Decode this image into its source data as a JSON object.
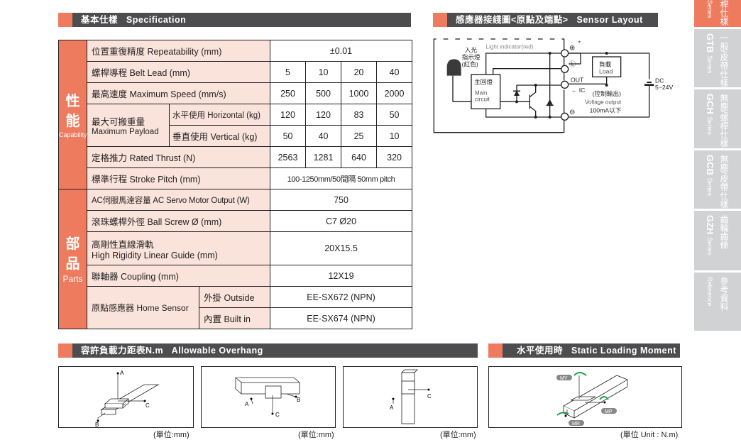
{
  "spec_header": "基本仕樣   Specification",
  "sensor_header": "感應器接綫圖<原點及端點>   Sensor Layout",
  "overhang_header": "容許負載力距表N.m   Allowable Overhang",
  "moment_header": "水平使用時   Static Loading Moment",
  "categories": {
    "capability_cn1": "性",
    "capability_cn2": "能",
    "capability_en": "Capability",
    "parts_cn1": "部",
    "parts_cn2": "品",
    "parts_en": "Parts"
  },
  "rows": {
    "repeatability": {
      "label": "位置重復精度  Repeatability (mm)",
      "value": "±0.01"
    },
    "lead": {
      "label": "螺桿導程  Belt Lead (mm)",
      "values": [
        "5",
        "10",
        "20",
        "40"
      ]
    },
    "speed": {
      "label": "最高速度  Maximum Speed (mm/s)",
      "values": [
        "250",
        "500",
        "1000",
        "2000"
      ]
    },
    "payload": {
      "label_cn": "最大可搬重量",
      "label_en": "Maximum Payload",
      "horizontal": {
        "label": "水平使用 Horizontal (kg)",
        "values": [
          "120",
          "120",
          "83",
          "50"
        ]
      },
      "vertical": {
        "label": "垂直使用 Vertical (kg)",
        "values": [
          "50",
          "40",
          "25",
          "10"
        ]
      }
    },
    "thrust": {
      "label": "定格推力 Rated Thrust (N)",
      "values": [
        "2563",
        "1281",
        "640",
        "320"
      ]
    },
    "stroke": {
      "label": "標準行程 Stroke Pitch (mm)",
      "value": "100-1250mm/50間隔  50mm pitch"
    },
    "motor": {
      "label": "AC伺服馬達容量 AC Servo Motor Output (W)",
      "value": "750"
    },
    "screw": {
      "label": "滾珠螺桿外徑 Ball Screw Ø (mm)",
      "value": "C7 Ø20"
    },
    "guide": {
      "label_cn": "高剛性直線滑軌",
      "label_en": "High Rigidity Linear Guide (mm)",
      "value": "20X15.5"
    },
    "coupling": {
      "label": "聯軸器  Coupling (mm)",
      "value": "12X19"
    },
    "home": {
      "label": "原點感應器 Home Sensor",
      "outside": {
        "label": "外掛 Outside",
        "value": "EE-SX672 (NPN)"
      },
      "builtin": {
        "label": "內置 Built in",
        "value": "EE-SX674 (NPN)"
      }
    }
  },
  "sensor": {
    "light_indicator": "Light indicator(red)",
    "led_cn1": "入光",
    "led_cn2": "指示燈",
    "led_cn3": "(紅色)",
    "main_cn": "主回燈",
    "main_en1": "Main",
    "main_en2": "circuit",
    "plus": "⊕",
    "star": "*",
    "l": "Ⓛ",
    "out": "OUT",
    "minus": "⊖",
    "ic": "← IC",
    "load_cn": "負載",
    "load_en": "Load",
    "ctrl": "(控制輸出)",
    "vout": "Voltage output",
    "ma": "100mA以下",
    "dc": "DC",
    "dcv": "5~24V"
  },
  "side_tabs": [
    {
      "cn": "桿仕樣",
      "en": "Series",
      "active": true
    },
    {
      "cn": "一般/皮帶仕樣",
      "en": "GTB",
      "en2": "Series"
    },
    {
      "cn": "無塵/螺桿仕樣",
      "en": "GCH",
      "en2": "Series"
    },
    {
      "cn": "無塵/皮帶仕樣",
      "en": "GCB",
      "en2": "Series"
    },
    {
      "cn": "齒輪齒條",
      "en": "GZH",
      "en2": "Series"
    },
    {
      "cn": "參考資料",
      "en": "Reference"
    }
  ],
  "diagram_labels": {
    "a": "A",
    "b": "B",
    "c": "C",
    "my": "MY",
    "mp": "MP",
    "mr": "MR"
  },
  "units": {
    "mm": "(單位:mm)",
    "nm": "(單位 Unit : N.m)"
  },
  "colors": {
    "accent": "#ef7b5f",
    "header": "#4d4d4f",
    "label_bg": "#f9e3da",
    "tab": "#d1d2d4",
    "arrow": "#1a9e4a"
  }
}
